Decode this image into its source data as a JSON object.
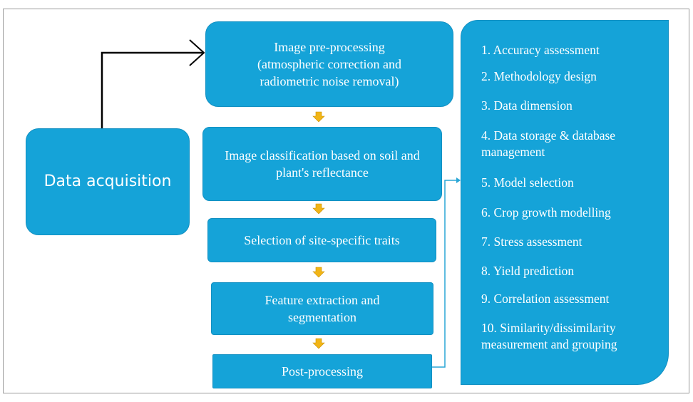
{
  "colors": {
    "box_fill": "#15a3d8",
    "arrow_yellow": "#f2b516",
    "text": "#ffffff"
  },
  "data_acquisition": "Data acquisition",
  "steps": {
    "preprocessing": {
      "line1": "Image pre-processing",
      "line2": "(atmospheric correction and",
      "line3": "radiometric noise removal)"
    },
    "classification": {
      "line1": "Image classification based on soil and",
      "line2": "plant's reflectance"
    },
    "selection": "Selection of site-specific traits",
    "feature_extraction": {
      "line1": "Feature extraction and",
      "line2": "segmentation"
    },
    "postprocessing": "Post-processing"
  },
  "applications": [
    "1. Accuracy assessment",
    "2. Methodology design",
    "3. Data dimension",
    "4. Data storage & database management",
    "5. Model selection",
    "6. Crop growth modelling",
    "7. Stress assessment",
    "8. Yield prediction",
    "9. Correlation assessment",
    "10. Similarity/dissimilarity measurement and grouping"
  ]
}
